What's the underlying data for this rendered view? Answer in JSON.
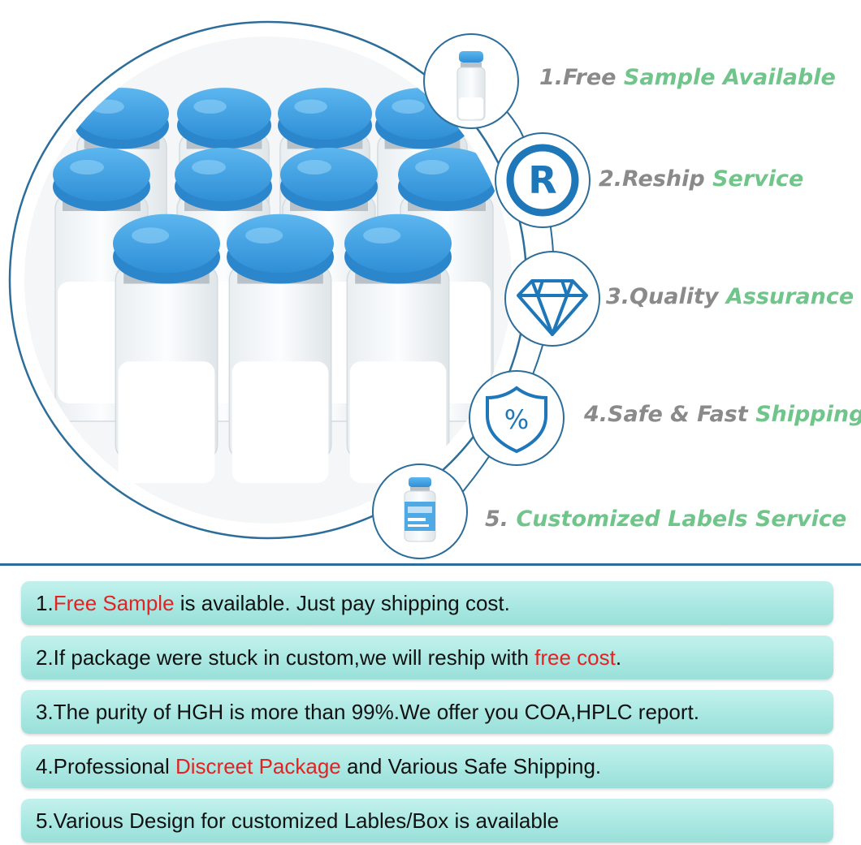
{
  "features": [
    {
      "num": "1.",
      "plain": "Free ",
      "highlight": "Sample Available",
      "icon": "vial-photo-icon"
    },
    {
      "num": "2.",
      "plain": "Reship ",
      "highlight": "Service",
      "icon": "registered-icon"
    },
    {
      "num": "3.",
      "plain": "Quality ",
      "highlight": "Assurance",
      "icon": "diamond-icon"
    },
    {
      "num": "4.",
      "plain": "Safe & Fast ",
      "highlight": "Shipping",
      "icon": "shield-percent-icon"
    },
    {
      "num": "5. ",
      "plain": "",
      "highlight": "Customized Labels Service",
      "icon": "labeled-vial-icon"
    }
  ],
  "icon_r_letter": "R",
  "icon_percent": "%",
  "bars": [
    {
      "pre": "1.",
      "red": "Free Sample",
      "post": " is available. Just pay shipping cost."
    },
    {
      "pre": "2.If package were stuck in custom,we will reship with ",
      "red": "free cost",
      "post": "."
    },
    {
      "pre": "3.The purity of HGH is more than 99%.We offer you COA,HPLC report.",
      "red": "",
      "post": ""
    },
    {
      "pre": "4.Professional ",
      "red": "Discreet Package",
      "post": " and Various Safe Shipping."
    },
    {
      "pre": "5.Various Design for customized Lables/Box is available",
      "red": "",
      "post": ""
    }
  ],
  "colors": {
    "cap_blue": "#3f9fe0",
    "icon_blue": "#1e77b8",
    "feature_gray": "#8a8a8a",
    "feature_green": "#6fc58a",
    "bar_teal": "#a8e7e1",
    "highlight_red": "#e32323",
    "divider": "#2c6e99"
  }
}
